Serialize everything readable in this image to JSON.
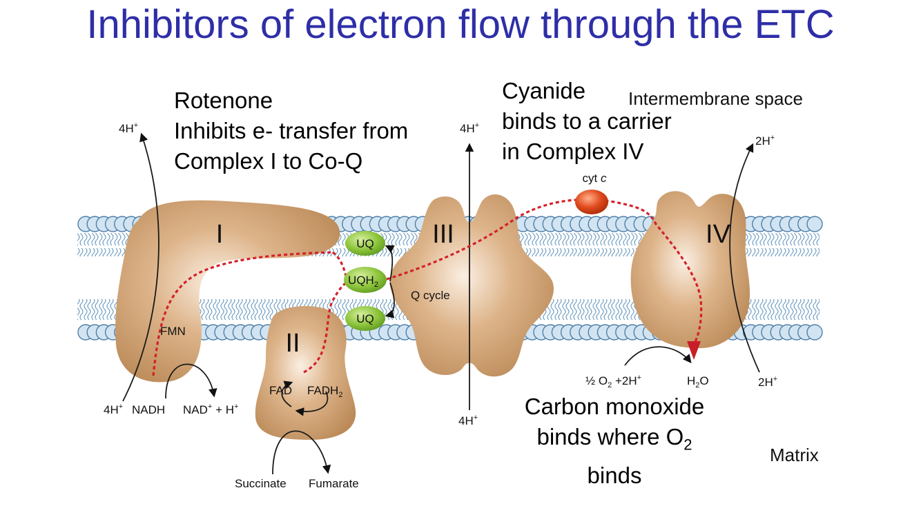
{
  "title": "Inhibitors of electron flow through the ETC",
  "annotations": {
    "rotenone": [
      "Rotenone",
      "Inhibits e- transfer from",
      "Complex I to Co-Q"
    ],
    "cyanide": [
      "Cyanide",
      "binds to a carrier",
      "in Complex IV"
    ],
    "co_line1": "Carbon monoxide",
    "co_line2_pre": "binds where O",
    "co_line2_sub": "2",
    "co_line3": "binds"
  },
  "regions": {
    "intermembrane": "Intermembrane space",
    "matrix": "Matrix"
  },
  "complexes": {
    "I": "I",
    "II": "II",
    "III": "III",
    "IV": "IV"
  },
  "carriers": {
    "uq_top": "UQ",
    "uqh2": "UQH",
    "uqh2_sub": "2",
    "uq_bottom": "UQ",
    "cytc": "cyt ",
    "cytc_italic": "c"
  },
  "labels": {
    "fmn": "FMN",
    "q_cycle": "Q cycle",
    "h_4_top_left": "4H",
    "h_4_top_mid": "4H",
    "h_2_top_right": "2H",
    "h_4_bottom_left": "4H",
    "h_4_bottom_mid": "4H",
    "h_2_bottom_right": "2H",
    "plus": "+",
    "nadh": "NADH",
    "nad": "NAD",
    "nad_rest": " + H",
    "fad": "FAD",
    "fadh2": "FADH",
    "fadh2_sub": "2",
    "succinate": "Succinate",
    "fumarate": "Fumarate",
    "o2_a": "½ O",
    "o2_sub": "2",
    "o2_b": " +2H",
    "h2o_a": "H",
    "h2o_sub": "2",
    "h2o_b": "O"
  },
  "colors": {
    "title": "#2e2ea8",
    "protein": "#c99b6a",
    "membrane_head_fill": "#d2e4f2",
    "membrane_head_stroke": "#4f7fa8",
    "carrier_green": "#8cc43a",
    "cytc_red": "#e04a1c",
    "electron_path": "#d4202a"
  }
}
